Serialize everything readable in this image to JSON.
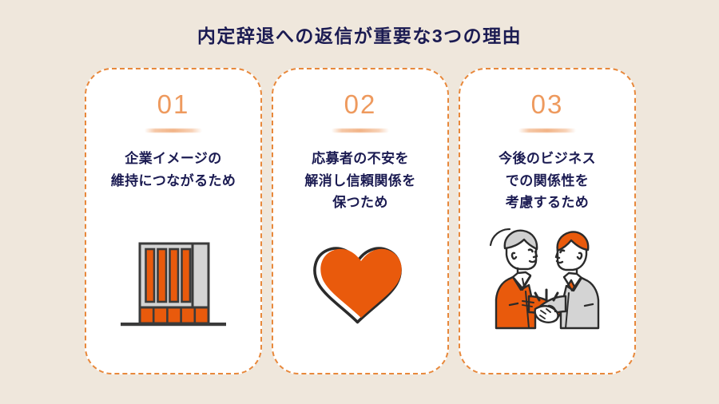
{
  "page": {
    "background_color": "#EFE7DC",
    "title": "内定辞退への返信が重要な3つの理由",
    "title_color": "#1B1B52",
    "accent_orange": "#E8883B",
    "icon_orange": "#E95A0C",
    "navy": "#1B1B52"
  },
  "cards": [
    {
      "number": "01",
      "lines": [
        "企業イメージの",
        "維持につながるため"
      ],
      "icon": "company-building-icon"
    },
    {
      "number": "02",
      "lines": [
        "応募者の不安を",
        "解消し信頼関係を",
        "保つため"
      ],
      "icon": "heart-icon"
    },
    {
      "number": "03",
      "lines": [
        "今後のビジネス",
        "での関係性を",
        "考慮するため"
      ],
      "icon": "handshake-icon"
    }
  ]
}
